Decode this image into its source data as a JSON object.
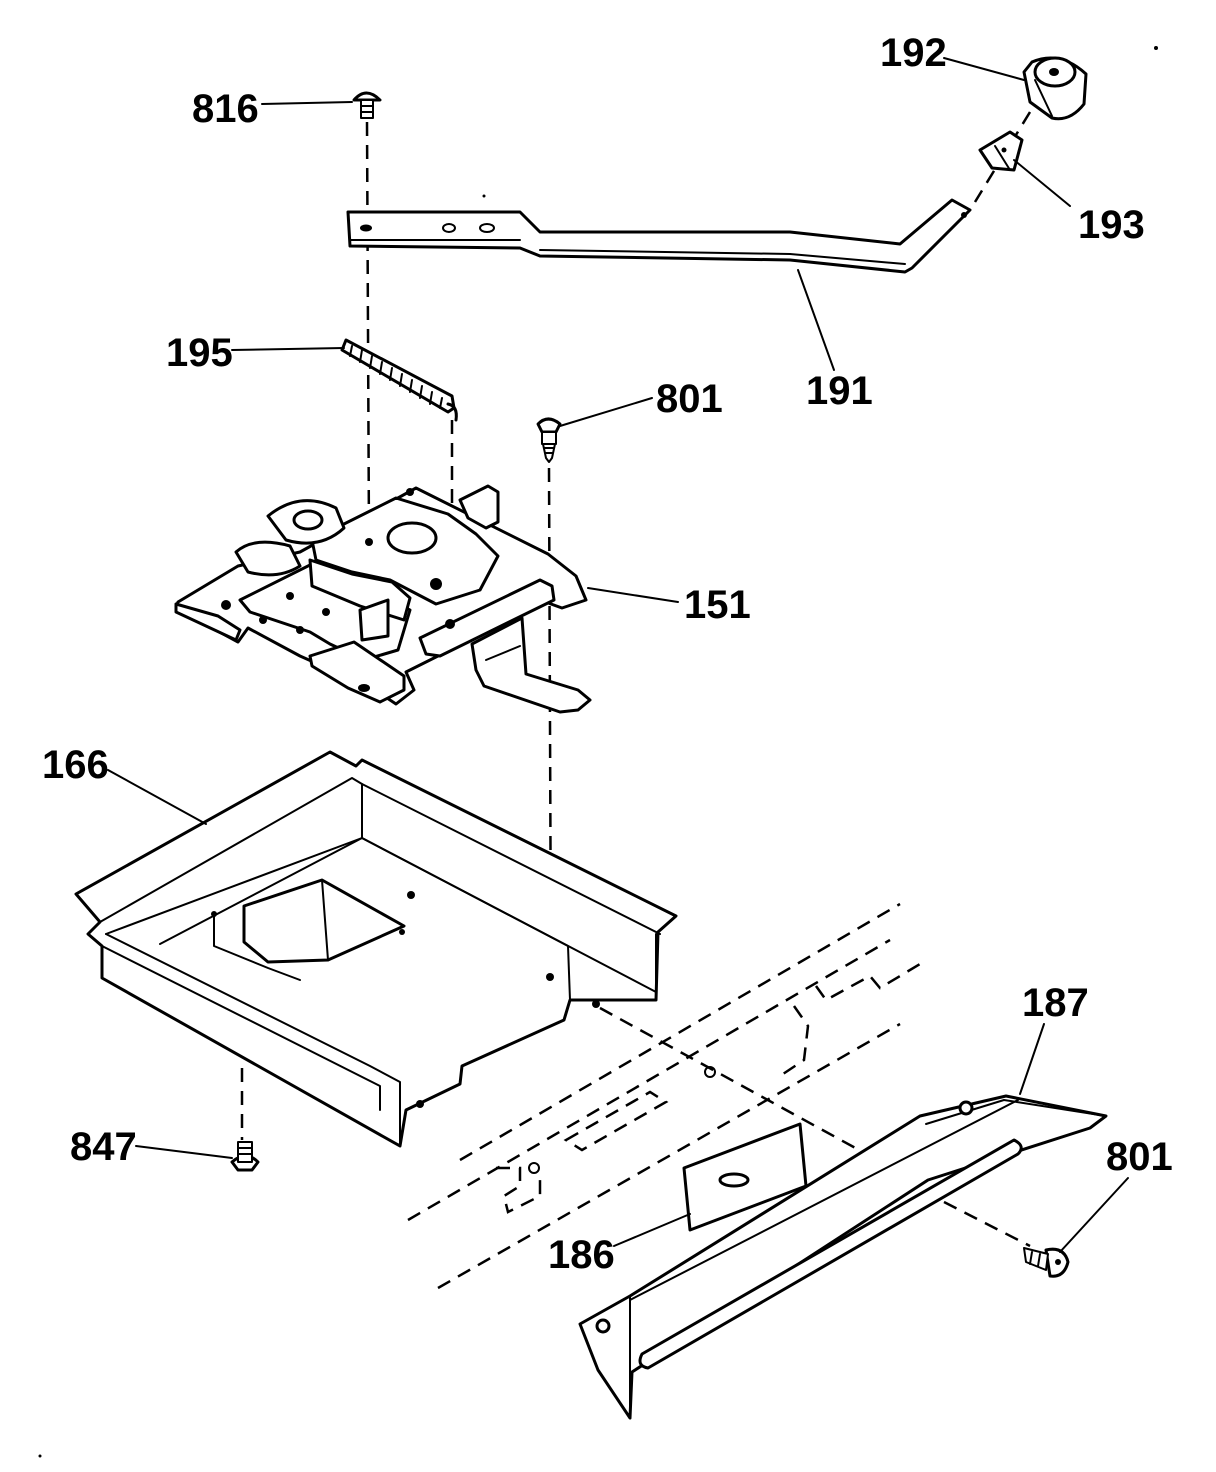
{
  "callouts": {
    "p816": "816",
    "p192": "192",
    "p193": "193",
    "p191": "191",
    "p195": "195",
    "p801_top": "801",
    "p151": "151",
    "p166": "166",
    "p187": "187",
    "p801_bottom": "801",
    "p847": "847",
    "p186": "186"
  }
}
